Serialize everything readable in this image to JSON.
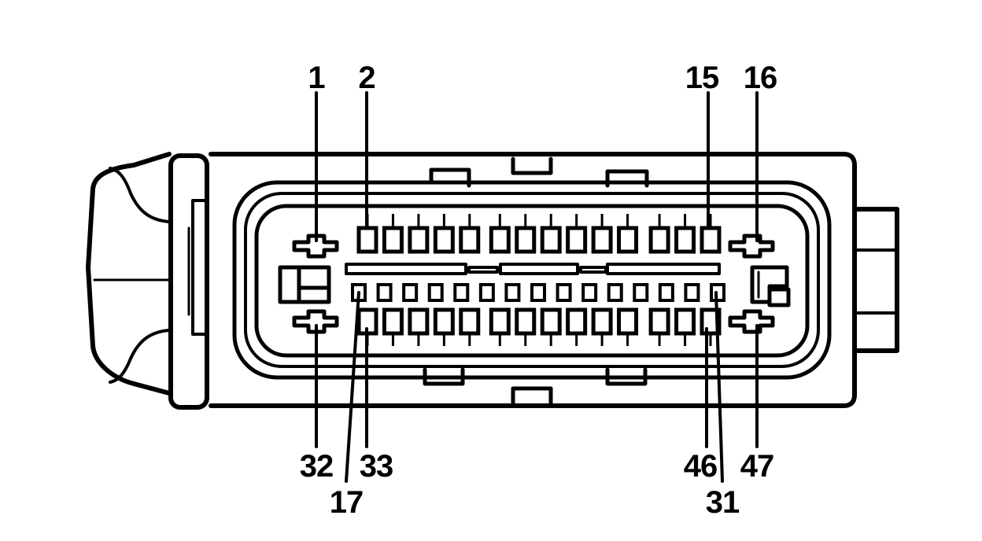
{
  "diagram": {
    "colors": {
      "line": "#000000",
      "background": "#ffffff"
    },
    "pin_labels": {
      "p1": "1",
      "p2": "2",
      "p15": "15",
      "p16": "16",
      "p32": "32",
      "p33": "33",
      "p46": "46",
      "p47": "47",
      "p17": "17",
      "p31": "31"
    },
    "pin_rows": {
      "top_row_count": 14,
      "middle_row_count": 15,
      "bottom_row_count": 14
    }
  }
}
